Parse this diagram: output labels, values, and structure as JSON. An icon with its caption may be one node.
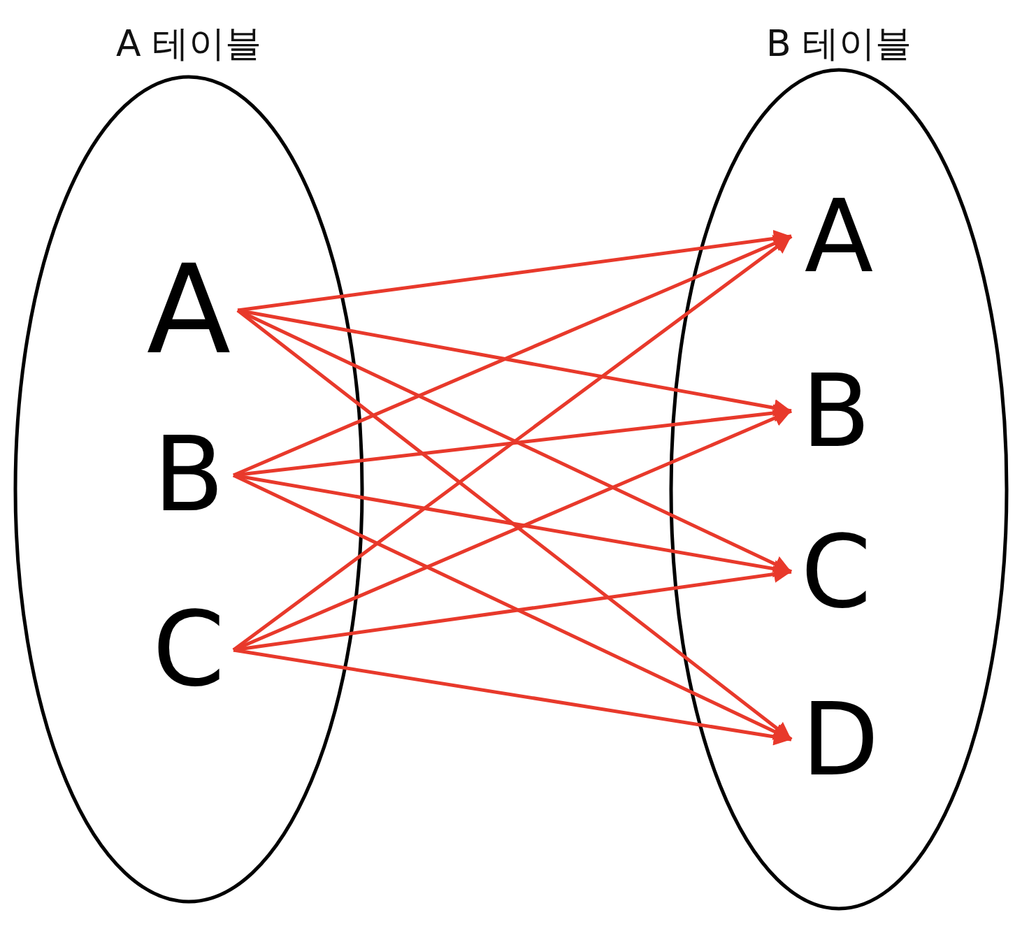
{
  "diagram": {
    "nodes": [
      {
        "text": [
          "A 테이블"
        ]
      },
      {
        "text": [
          "B 테이블"
        ]
      },
      {
        "text": [
          "A"
        ],
        "in": 0
      },
      {
        "text": [
          "B"
        ],
        "in": 0
      },
      {
        "text": [
          "C"
        ],
        "in": 0
      },
      {
        "text": [
          "A"
        ],
        "in": 1
      },
      {
        "text": [
          "B"
        ],
        "in": 1
      },
      {
        "text": [
          "C"
        ],
        "in": 1
      },
      {
        "text": [
          "D"
        ],
        "in": 1
      }
    ],
    "edges": [
      {
        "from": 2,
        "to": 5,
        "arrow": "to"
      },
      {
        "from": 2,
        "to": 6,
        "arrow": "to"
      },
      {
        "from": 2,
        "to": 7,
        "arrow": "to"
      },
      {
        "from": 2,
        "to": 8,
        "arrow": "to"
      },
      {
        "from": 3,
        "to": 5,
        "arrow": "to"
      },
      {
        "from": 3,
        "to": 6,
        "arrow": "to"
      },
      {
        "from": 3,
        "to": 7,
        "arrow": "to"
      },
      {
        "from": 3,
        "to": 8,
        "arrow": "to"
      },
      {
        "from": 4,
        "to": 5,
        "arrow": "to"
      },
      {
        "from": 4,
        "to": 6,
        "arrow": "to"
      },
      {
        "from": 4,
        "to": 7,
        "arrow": "to"
      },
      {
        "from": 4,
        "to": 8,
        "arrow": "to"
      }
    ]
  }
}
